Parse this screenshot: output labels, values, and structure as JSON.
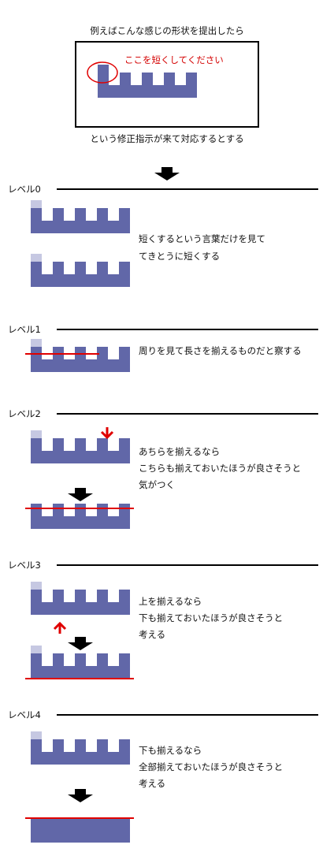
{
  "intro": {
    "heading": "例えばこんな感じの形状を提出したら",
    "note": "ここを短くしてください",
    "caption": "という修正指示が来て対応するとする"
  },
  "levels": [
    {
      "label": "レベル0",
      "description": [
        "短くするという言葉だけを見て",
        "てきとうに短くする"
      ]
    },
    {
      "label": "レベル1",
      "description": [
        "周りを見て長さを揃えるものだと察する"
      ]
    },
    {
      "label": "レベル2",
      "description": [
        "あちらを揃えるなら",
        "こちらも揃えておいたほうが良さそうと",
        "気がつく"
      ]
    },
    {
      "label": "レベル3",
      "description": [
        "上を揃えるなら",
        "下も揃えておいたほうが良さそうと",
        "考える"
      ]
    },
    {
      "label": "レベル4",
      "description": [
        "下も揃えるなら",
        "全部揃えておいたほうが良さそうと",
        "考える"
      ]
    }
  ],
  "colors": {
    "shape": "#6167a8",
    "removed": "#c6c8e2",
    "mark": "#e00000",
    "text": "#111111"
  }
}
